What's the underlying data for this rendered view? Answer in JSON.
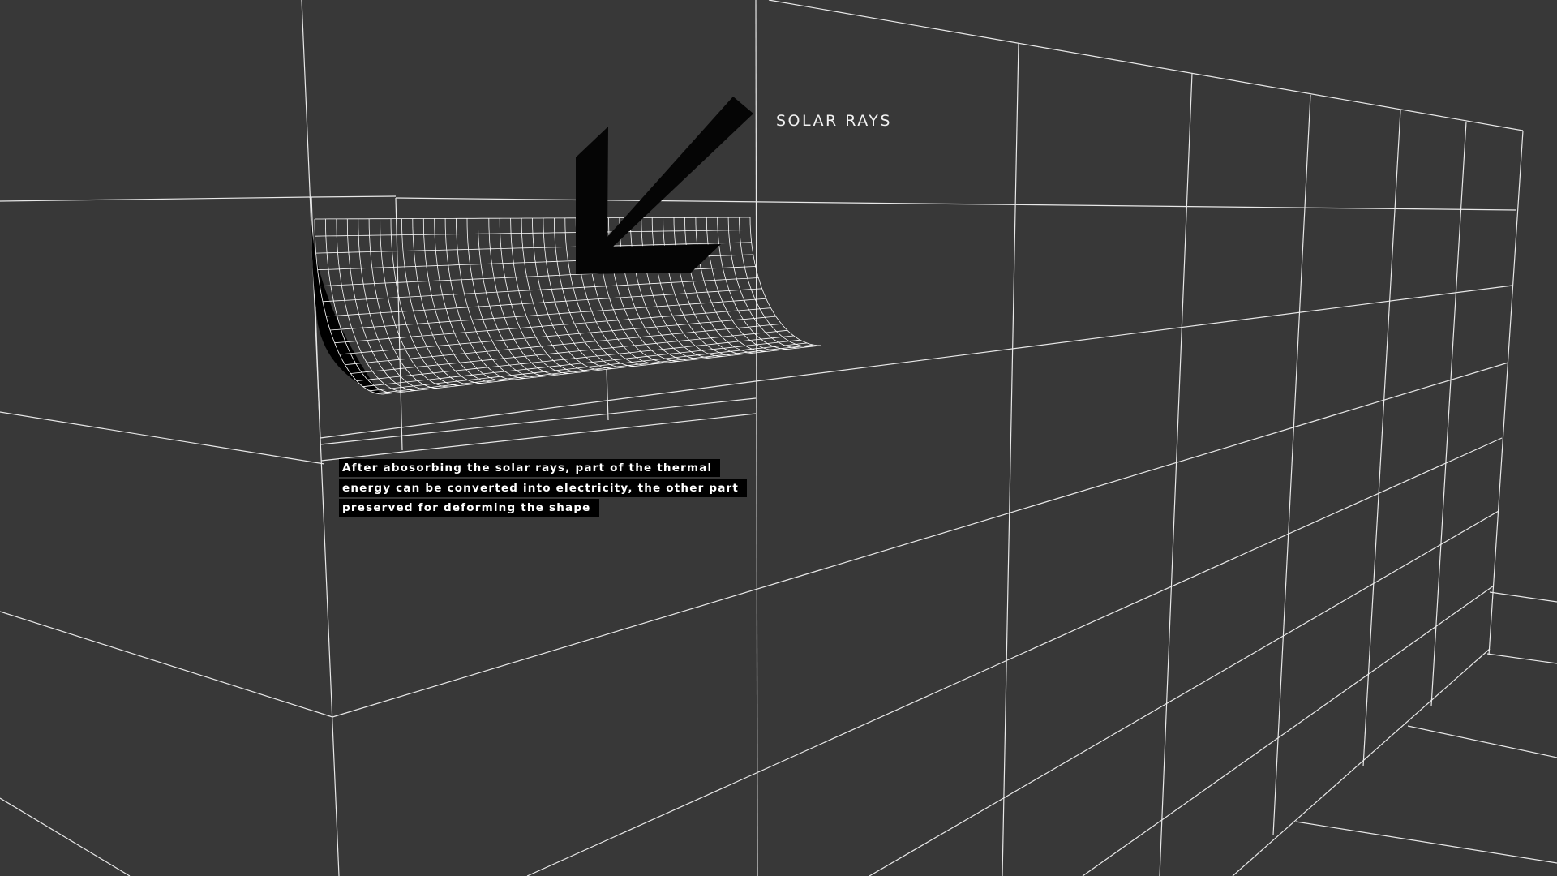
{
  "diagram": {
    "background_color": "#383838",
    "line_color": "#ffffff",
    "arrow_color": "#050505",
    "arrow_direction": "down-left",
    "arrow_label": "SOLAR RAYS",
    "caption": "After abosorbing the solar rays, part of the thermal energy can be converted into electricity, the other part preserved for deforming the shape"
  }
}
